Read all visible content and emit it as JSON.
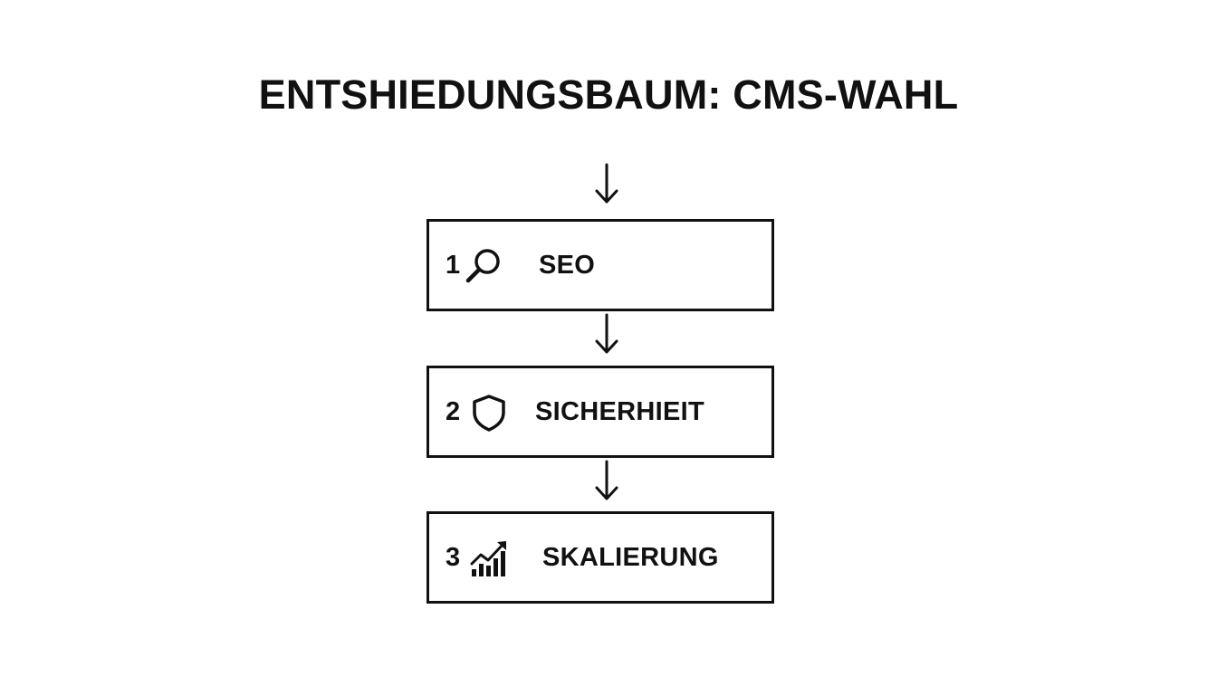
{
  "diagram": {
    "title": "ENTSHIEDUNGSBAUM: CMS-WAHL",
    "steps": [
      {
        "number": "1",
        "icon": "search-icon",
        "label": "SEO"
      },
      {
        "number": "2",
        "icon": "shield-icon",
        "label": "SICHERHIEIT"
      },
      {
        "number": "3",
        "icon": "growth-chart-icon",
        "label": "SKALIERUNG"
      }
    ]
  },
  "colors": {
    "stroke": "#111111",
    "background": "#ffffff"
  }
}
